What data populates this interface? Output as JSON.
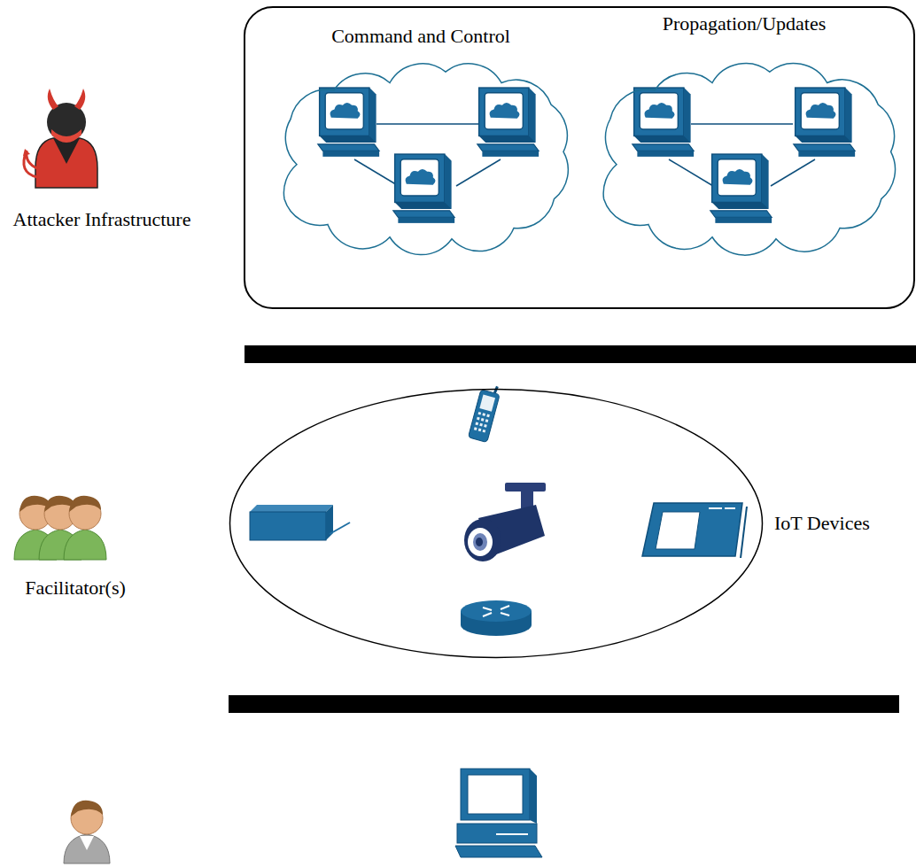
{
  "diagram": {
    "nodes": [
      {
        "text": [
          "Command and Control"
        ]
      },
      {
        "text": [
          "Propagation/Updates"
        ]
      },
      {
        "text": [
          "IoT Devices"
        ]
      }
    ],
    "labels": [
      "Attacker Infrastructure",
      "Facilitator(s)"
    ]
  }
}
